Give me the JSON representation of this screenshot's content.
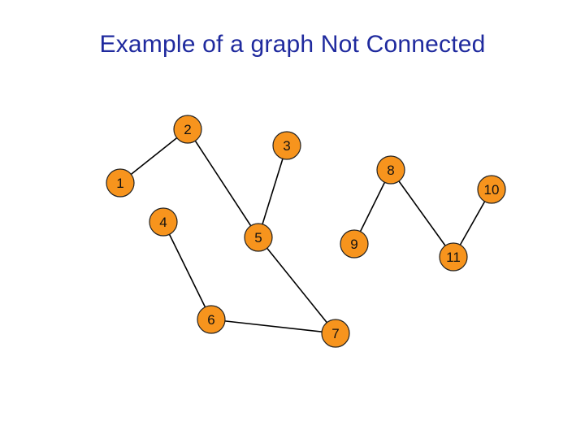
{
  "title": "Example of a graph Not Connected",
  "colors": {
    "node_fill": "#f7941d",
    "node_stroke": "#222222",
    "edge": "#000000",
    "title": "#1f2a9e"
  },
  "graph": {
    "nodes": [
      {
        "id": "1",
        "label": "1"
      },
      {
        "id": "2",
        "label": "2"
      },
      {
        "id": "3",
        "label": "3"
      },
      {
        "id": "4",
        "label": "4"
      },
      {
        "id": "5",
        "label": "5"
      },
      {
        "id": "6",
        "label": "6"
      },
      {
        "id": "7",
        "label": "7"
      },
      {
        "id": "8",
        "label": "8"
      },
      {
        "id": "9",
        "label": "9"
      },
      {
        "id": "10",
        "label": "10"
      },
      {
        "id": "11",
        "label": "11"
      }
    ],
    "edges": [
      [
        "1",
        "2"
      ],
      [
        "2",
        "5"
      ],
      [
        "3",
        "5"
      ],
      [
        "4",
        "6"
      ],
      [
        "6",
        "7"
      ],
      [
        "5",
        "7"
      ],
      [
        "8",
        "9"
      ],
      [
        "8",
        "11"
      ],
      [
        "10",
        "11"
      ]
    ]
  }
}
